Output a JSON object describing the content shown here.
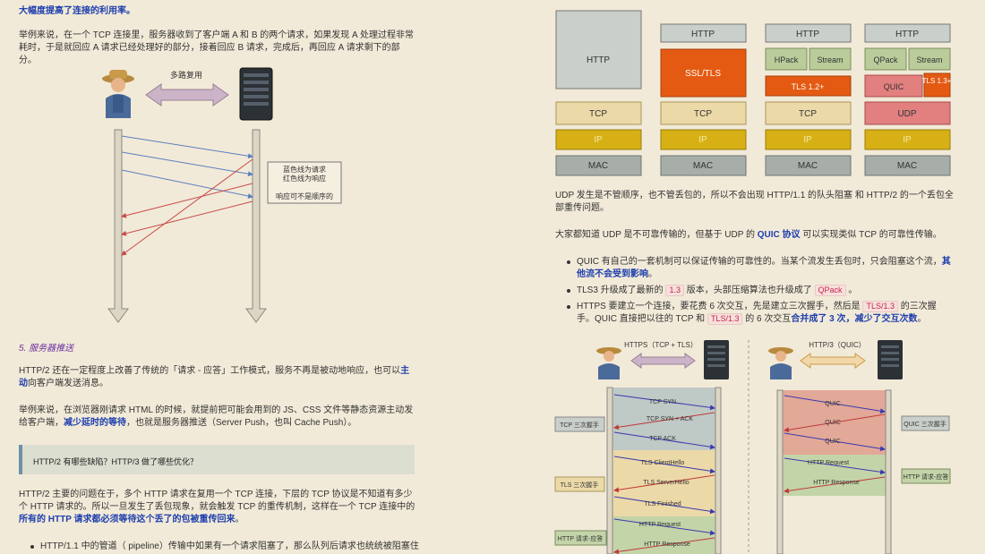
{
  "left": {
    "heading": "大幅度提高了连接的利用率。",
    "para1": "举例来说，在一个 TCP 连接里，服务器收到了客户端 A 和 B 的两个请求，如果发现 A 处理过程非常耗时，于是就回应 A 请求已经处理好的部分，接着回应 B 请求，完成后，再回应 A 请求剩下的部分。",
    "diagram": {
      "mux_label": "多路复用",
      "note_line1": "蓝色线为请求",
      "note_line2": "红色线为响应",
      "note_line3": "响应可不是顺序的"
    },
    "section_title": "5. 服务器推送",
    "para2_a": "HTTP/2 还在一定程度上改善了传统的「请求 - 应答」工作模式，服务不再是被动地响应，也可以",
    "para2_b": "主动",
    "para2_c": "向客户端发送消息。",
    "para3_a": "举例来说，在浏览器刚请求 HTML 的时候，就提前把可能会用到的 JS、CSS 文件等静态资源主动发给客户端，",
    "para3_b": "减少延时的等待",
    "para3_c": "，也就是服务器推送（Server Push，也叫 Cache Push）。",
    "quote": "HTTP/2 有哪些缺陷？HTTP/3 做了哪些优化？",
    "para4_a": "HTTP/2 主要的问题在于，多个 HTTP 请求在复用一个 TCP 连接，下层的 TCP 协议是不知道有多少个 HTTP 请求的。所以一旦发生了丢包现象，就会触发 TCP 的重传机制，这样在一个 TCP 连接中的",
    "para4_b": "所有的 HTTP 请求都必须等待这个丢了的包被重传回来",
    "para4_c": "。",
    "bullet1": "HTTP/1.1 中的管道（ pipeline）传输中如果有一个请求阻塞了，那么队列后请求也统统被阻塞住"
  },
  "right": {
    "stacks": [
      {
        "http": "HTTP",
        "tcp": "TCP",
        "ip": "IP",
        "mac": "MAC"
      },
      {
        "http": "HTTP",
        "tls": "SSL/TLS",
        "tcp": "TCP",
        "ip": "IP",
        "mac": "MAC"
      },
      {
        "http": "HTTP",
        "hpack": "HPack",
        "stream": "Stream",
        "tls": "TLS 1.2+",
        "tcp": "TCP",
        "ip": "IP",
        "mac": "MAC"
      },
      {
        "http": "HTTP",
        "qpack": "QPack",
        "stream": "Stream",
        "quic": "QUIC",
        "tls": "TLS 1.3+",
        "udp": "UDP",
        "ip": "IP",
        "mac": "MAC"
      }
    ],
    "para1": "UDP 发生是不管顺序，也不管丢包的，所以不会出现 HTTP/1.1 的队头阻塞 和 HTTP/2 的一个丢包全部重传问题。",
    "para2_a": "大家都知道 UDP 是不可靠传输的，但基于 UDP 的 ",
    "para2_b": "QUIC 协议",
    "para2_c": " 可以实现类似 TCP 的可靠性传输。",
    "b1_a": "QUIC 有自己的一套机制可以保证传输的可靠性的。当某个流发生丢包时，只会阻塞这个流，",
    "b1_b": "其他流不会受到影响",
    "b1_c": "。",
    "b2_a": "TLS3 升级成了最新的 ",
    "b2_code1": "1.3",
    "b2_b": " 版本，头部压缩算法也升级成了 ",
    "b2_code2": "QPack",
    "b2_c": " 。",
    "b3_a": "HTTPS 要建立一个连接，要花费 6 次交互，先是建立三次握手，然后是 ",
    "b3_code1": "TLS/1.3",
    "b3_b": " 的三次握手。QUIC 直接把以往的 TCP 和 ",
    "b3_code2": "TLS/1.3",
    "b3_c": " 的 6 次交互",
    "b3_d": "合并成了 3 次，减少了交互次数",
    "b3_e": "。",
    "d2": {
      "https_title": "HTTPS（TCP + TLS）",
      "http3_title": "HTTP/3（QUIC）",
      "tcp_syn": "TCP SYN",
      "tcp_synack": "TCP SYN + ACK",
      "tcp_ack": "TCP ACK",
      "tls_ch": "TLS ClientHello",
      "tls_sh": "TLS ServerHello",
      "tls_fin": "TLS Finished",
      "http_req": "HTTP Request",
      "http_resp": "HTTP Response",
      "side_tcp": "TCP 三次握手",
      "side_tls": "TLS 三次握手",
      "side_http": "HTTP 请求-应答",
      "quic1": "QUIC",
      "quic2": "QUIC",
      "quic3": "QUIC",
      "q_req": "HTTP Request",
      "q_resp": "HTTP Response",
      "side_quic": "QUIC 三次握手",
      "side_q_http": "HTTP 请求-应答"
    }
  },
  "colors": {
    "accent_blue": "#1e3fae",
    "section_purple": "#6b2fa0",
    "background": "#f2ead8"
  }
}
